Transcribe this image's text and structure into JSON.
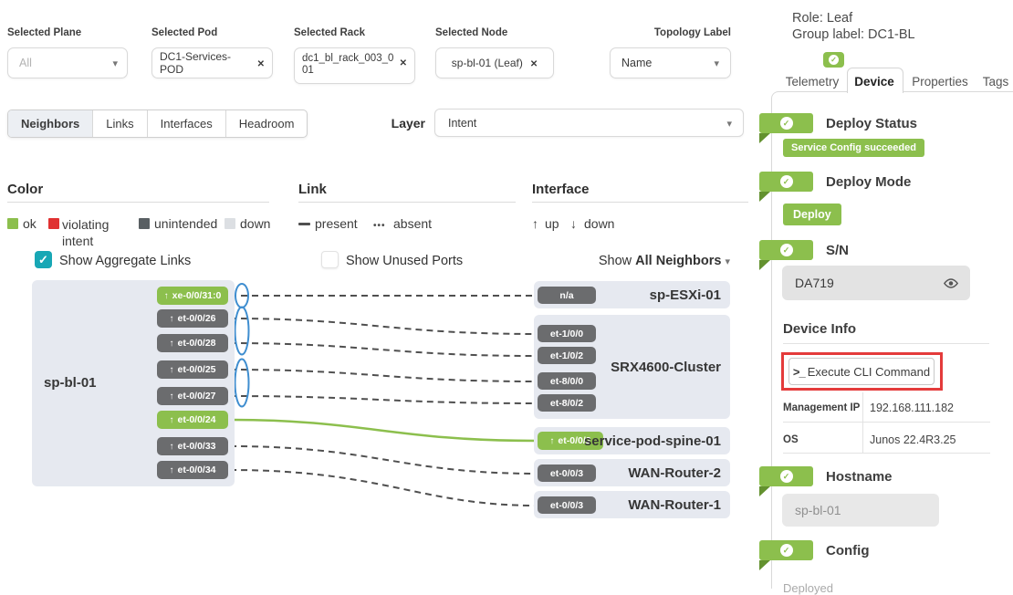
{
  "filters": {
    "plane": {
      "label": "Selected Plane",
      "value": "All"
    },
    "pod": {
      "label": "Selected Pod",
      "value": "DC1-Services-POD"
    },
    "rack": {
      "label": "Selected Rack",
      "value": "dc1_bl_rack_003_001"
    },
    "node": {
      "label": "Selected Node",
      "value": "sp-bl-01 (Leaf)"
    },
    "topology": {
      "label": "Topology Label",
      "value": "Name"
    }
  },
  "view_tabs": {
    "items": [
      {
        "label": "Neighbors"
      },
      {
        "label": "Links"
      },
      {
        "label": "Interfaces"
      },
      {
        "label": "Headroom"
      }
    ],
    "active": "Neighbors"
  },
  "layer": {
    "label": "Layer",
    "value": "Intent"
  },
  "legend": {
    "color": {
      "title": "Color",
      "ok": "ok",
      "violating": "violating intent",
      "unintended": "unintended",
      "down": "down"
    },
    "link": {
      "title": "Link",
      "present": "present",
      "absent": "absent"
    },
    "interface": {
      "title": "Interface",
      "up": "up",
      "down": "down"
    }
  },
  "toggles": {
    "aggregate": "Show Aggregate Links",
    "unused": "Show Unused Ports",
    "neighbors_prefix": "Show",
    "neighbors_value": "All Neighbors"
  },
  "diagram": {
    "source_node": {
      "name": "sp-bl-01",
      "ports": [
        {
          "label": "xe-0/0/31:0",
          "status": "ok"
        },
        {
          "label": "et-0/0/26",
          "status": "unintended"
        },
        {
          "label": "et-0/0/28",
          "status": "unintended"
        },
        {
          "label": "et-0/0/25",
          "status": "unintended"
        },
        {
          "label": "et-0/0/27",
          "status": "unintended"
        },
        {
          "label": "et-0/0/24",
          "status": "ok"
        },
        {
          "label": "et-0/0/33",
          "status": "unintended"
        },
        {
          "label": "et-0/0/34",
          "status": "unintended"
        }
      ]
    },
    "neighbors": [
      {
        "name": "sp-ESXi-01",
        "interfaces": [
          {
            "label": "n/a",
            "status": "unintended"
          }
        ]
      },
      {
        "name": "SRX4600-Cluster",
        "interfaces": [
          {
            "label": "et-1/0/0",
            "status": "unintended"
          },
          {
            "label": "et-1/0/2",
            "status": "unintended"
          },
          {
            "label": "et-8/0/0",
            "status": "unintended"
          },
          {
            "label": "et-8/0/2",
            "status": "unintended"
          }
        ]
      },
      {
        "name": "service-pod-spine-01",
        "interfaces": [
          {
            "label": "et-0/0/2",
            "status": "ok"
          }
        ]
      },
      {
        "name": "WAN-Router-2",
        "interfaces": [
          {
            "label": "et-0/0/3",
            "status": "unintended"
          }
        ]
      },
      {
        "name": "WAN-Router-1",
        "interfaces": [
          {
            "label": "et-0/0/3",
            "status": "unintended"
          }
        ]
      }
    ]
  },
  "panel": {
    "role": "Role: Leaf",
    "group_label": "Group label: DC1-BL",
    "tabs": [
      {
        "label": "Telemetry"
      },
      {
        "label": "Device"
      },
      {
        "label": "Properties"
      },
      {
        "label": "Tags"
      }
    ],
    "active_tab": "Device",
    "deploy_status": {
      "title": "Deploy Status",
      "badge": "Service Config succeeded"
    },
    "deploy_mode": {
      "title": "Deploy Mode",
      "badge": "Deploy"
    },
    "serial": {
      "title": "S/N",
      "value": "DA719"
    },
    "device_info": {
      "title": "Device Info",
      "cli_button": "Execute CLI Command",
      "rows": [
        {
          "label": "Management IP",
          "value": "192.168.111.182"
        },
        {
          "label": "OS",
          "value": "Junos 22.4R3.25"
        }
      ]
    },
    "hostname": {
      "title": "Hostname",
      "value": "sp-bl-01"
    },
    "config": {
      "title": "Config",
      "partial": "Deployed"
    }
  },
  "colors": {
    "green": "#8cbf4d",
    "pill_gray": "#6b6c6e",
    "teal_checkbox": "#18a7b5",
    "violating_red": "#e03131",
    "aggregate_blue": "#3f8ed0",
    "annotation_red": "#e43b3b"
  }
}
